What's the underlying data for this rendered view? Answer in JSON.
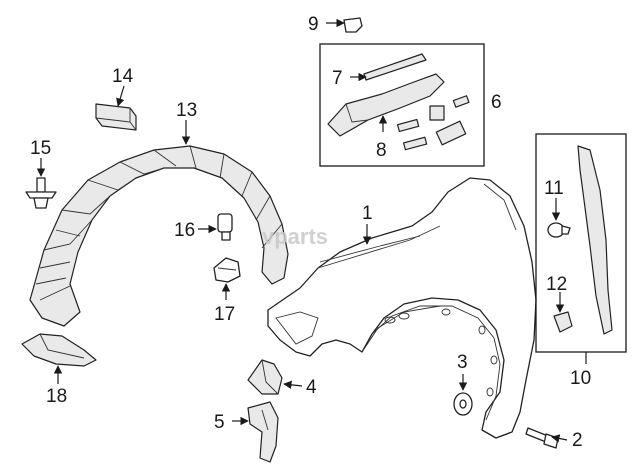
{
  "watermark": "vparts",
  "callouts": [
    {
      "id": "1",
      "label": "1"
    },
    {
      "id": "2",
      "label": "2"
    },
    {
      "id": "3",
      "label": "3"
    },
    {
      "id": "4",
      "label": "4"
    },
    {
      "id": "5",
      "label": "5"
    },
    {
      "id": "6",
      "label": "6"
    },
    {
      "id": "7",
      "label": "7"
    },
    {
      "id": "8",
      "label": "8"
    },
    {
      "id": "9",
      "label": "9"
    },
    {
      "id": "10",
      "label": "10"
    },
    {
      "id": "11",
      "label": "11"
    },
    {
      "id": "12",
      "label": "12"
    },
    {
      "id": "13",
      "label": "13"
    },
    {
      "id": "14",
      "label": "14"
    },
    {
      "id": "15",
      "label": "15"
    },
    {
      "id": "16",
      "label": "16"
    },
    {
      "id": "17",
      "label": "17"
    },
    {
      "id": "18",
      "label": "18"
    }
  ]
}
